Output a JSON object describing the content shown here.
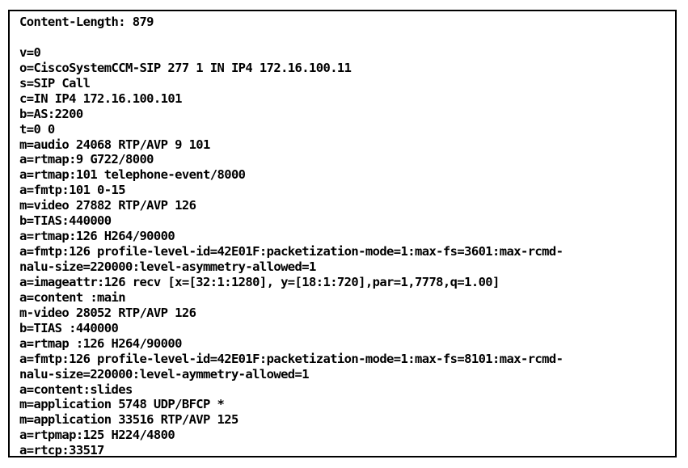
{
  "document": {
    "lines": [
      "Content-Length: 879",
      "",
      "v=0",
      "o=CiscoSystemCCM-SIP 277 1 IN IP4 172.16.100.11",
      "s=SIP Call",
      "c=IN IP4 172.16.100.101",
      "b=AS:2200",
      "t=0 0",
      "m=audio 24068 RTP/AVP 9 101",
      "a=rtmap:9 G722/8000",
      "a=rtmap:101 telephone-event/8000",
      "a=fmtp:101 0-15",
      "m=video 27882 RTP/AVP 126",
      "b=TIAS:440000",
      "a=rtmap:126 H264/90000",
      "a=fmtp:126 profile-level-id=42E01F:packetization-mode=1:max-fs=3601:max-rcmd-",
      "nalu-size=220000:level-asymmetry-allowed=1",
      "a=imageattr:126 recv [x=[32:1:1280], y=[18:1:720],par=1,7778,q=1.00]",
      "a=content :main",
      "m-video 28052 RTP/AVP 126",
      "b=TIAS :440000",
      "a=rtmap :126 H264/90000",
      "a=fmtp:126 profile-level-id=42E01F:packetization-mode=1:max-fs=8101:max-rcmd-",
      "nalu-size=220000:level-aymmetry-allowed=1",
      "a=content:slides",
      "m=application 5748 UDP/BFCP *",
      "m=application 33516 RTP/AVP 125",
      "a=rtpmap:125 H224/4800",
      "a=rtcp:33517"
    ]
  }
}
